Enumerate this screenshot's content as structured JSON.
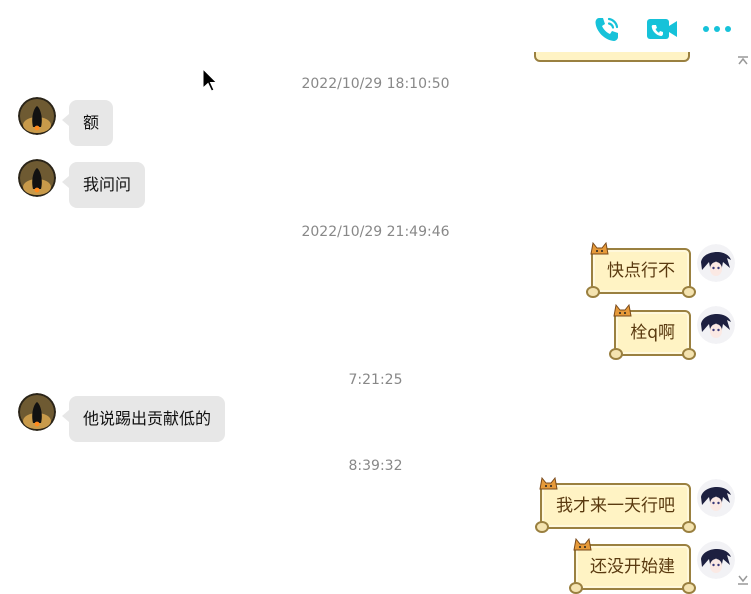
{
  "toolbar": {
    "phone_icon": "phone-call-icon",
    "video_icon": "video-call-icon",
    "more_icon": "more-options-icon",
    "accent": "#16c2d9"
  },
  "messages": {
    "ts1": "2022/10/29 18:10:50",
    "m1": "额",
    "m2": "我问问",
    "ts2": "2022/10/29 21:49:46",
    "m3": "快点行不",
    "m4": "栓q啊",
    "ts3": "7:21:25",
    "m5": "他说踢出贡献低的",
    "ts4": "8:39:32",
    "m6": "我才来一天行吧",
    "m7": "还没开始建"
  },
  "colors": {
    "left_bubble": "#e7e7e7",
    "right_bubble": "#fff3c4",
    "right_border": "#9a8040"
  }
}
